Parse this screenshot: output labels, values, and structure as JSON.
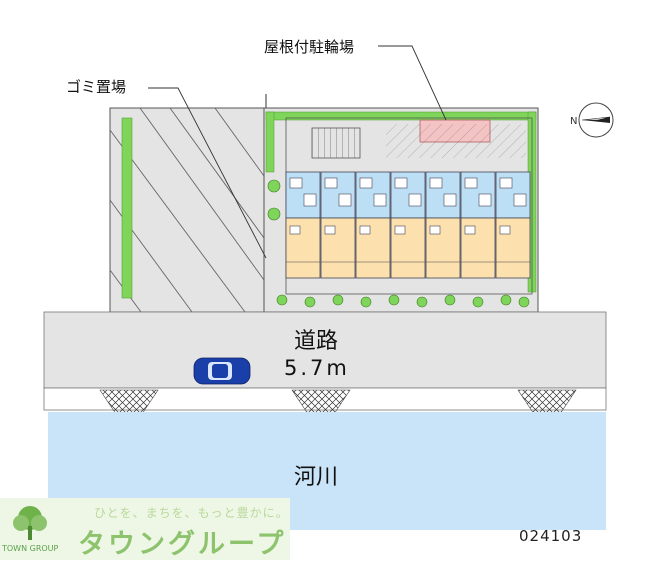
{
  "labels": {
    "bicycle_parking": "屋根付駐輪場",
    "garbage": "ゴミ置場",
    "road_name": "道路",
    "road_width": "5.7m",
    "river": "河川"
  },
  "compass": {
    "north_letter": "N"
  },
  "footer": {
    "tagline": "ひとを、まちを、もっと豊かに。",
    "brand": "タウングループ",
    "group": "TOWN GROUP",
    "code": "024103"
  },
  "colors": {
    "road": "#e4e4e4",
    "river": "#c9e4f8",
    "green_strip": "#7fd45a",
    "unit_orange": "#fce0ad",
    "unit_blue": "#bcdff5",
    "bike_roof": "#f4c3c3",
    "car": "#1a3fa8",
    "brand_green": "#8cc36c"
  },
  "icons": [
    "compass-icon",
    "car-icon",
    "tree-logo-icon"
  ]
}
